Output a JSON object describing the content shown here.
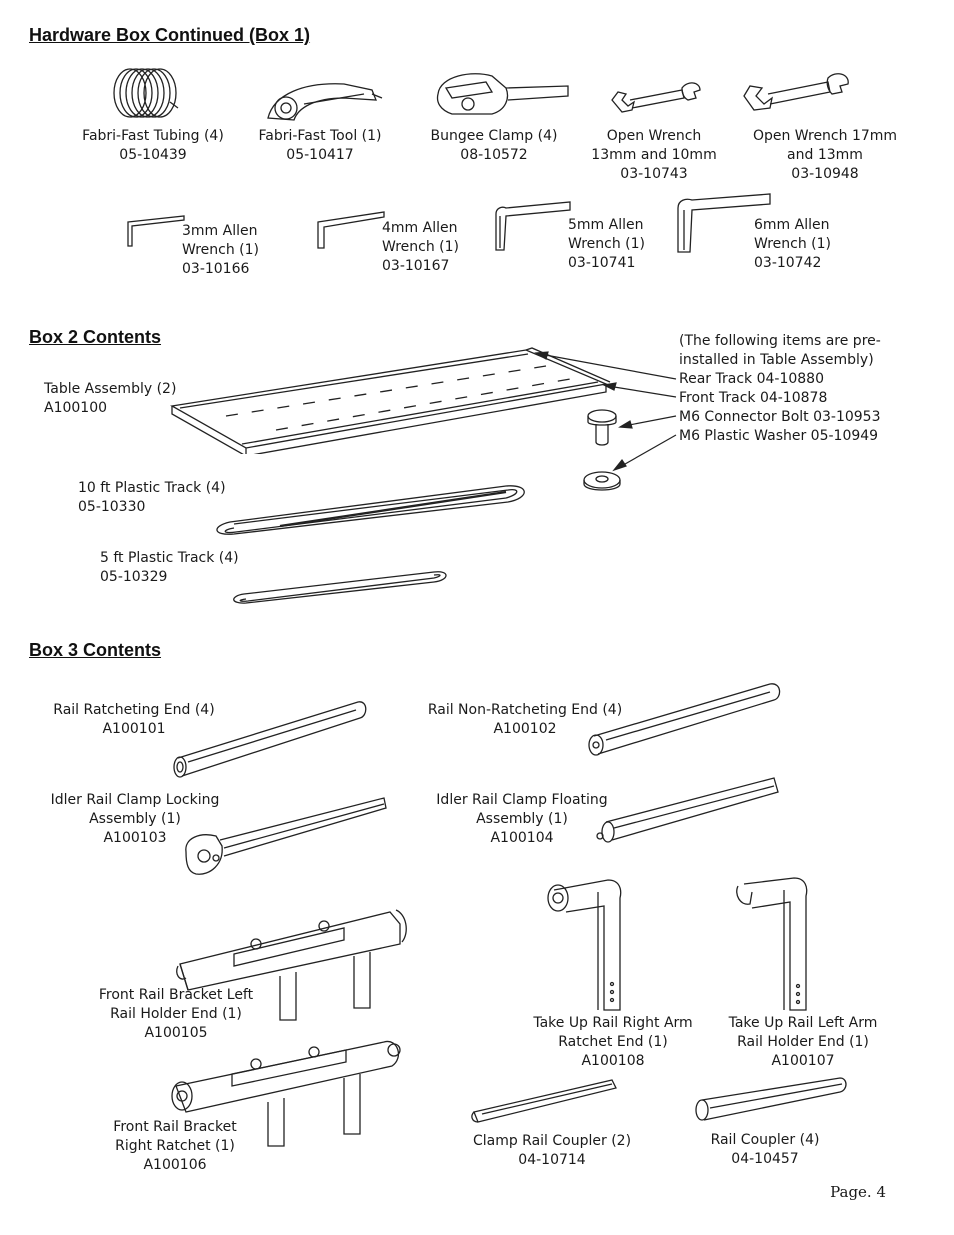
{
  "sections": {
    "box1": "Hardware Box Continued (Box 1)",
    "box2": "Box 2 Contents",
    "box3": "Box 3 Contents"
  },
  "box1_items": [
    {
      "lines": [
        "Fabri-Fast Tubing (4)",
        "05-10439"
      ]
    },
    {
      "lines": [
        "Fabri-Fast Tool (1)",
        "05-10417"
      ]
    },
    {
      "lines": [
        "Bungee Clamp (4)",
        "08-10572"
      ]
    },
    {
      "lines": [
        "Open Wrench",
        "13mm and 10mm",
        "03-10743"
      ]
    },
    {
      "lines": [
        "Open Wrench 17mm",
        "and 13mm",
        "03-10948"
      ]
    },
    {
      "lines": [
        "3mm Allen",
        "Wrench (1)",
        "03-10166"
      ]
    },
    {
      "lines": [
        "4mm Allen",
        "Wrench (1)",
        "03-10167"
      ]
    },
    {
      "lines": [
        "5mm Allen",
        "Wrench (1)",
        "03-10741"
      ]
    },
    {
      "lines": [
        "6mm Allen",
        "Wrench (1)",
        "03-10742"
      ]
    }
  ],
  "box2_items": {
    "table": [
      "Table Assembly (2)",
      "A100100"
    ],
    "note": [
      "(The following items are pre-",
      "installed in Table Assembly)",
      "Rear Track 04-10880",
      "Front Track 04-10878",
      "M6 Connector Bolt 03-10953",
      "M6 Plastic Washer 05-10949"
    ],
    "track10": [
      "10 ft Plastic Track (4)",
      "05-10330"
    ],
    "track5": [
      "5 ft Plastic Track (4)",
      "05-10329"
    ]
  },
  "box3_items": [
    {
      "lines": [
        "Rail Ratcheting End (4)",
        "A100101"
      ]
    },
    {
      "lines": [
        "Rail Non-Ratcheting End (4)",
        "A100102"
      ]
    },
    {
      "lines": [
        "Idler Rail Clamp Locking",
        "Assembly (1)",
        "A100103"
      ]
    },
    {
      "lines": [
        "Idler Rail Clamp Floating",
        "Assembly (1)",
        "A100104"
      ]
    },
    {
      "lines": [
        "Front Rail Bracket Left",
        "Rail Holder End (1)",
        "A100105"
      ]
    },
    {
      "lines": [
        "Take Up Rail Right Arm",
        "Ratchet End (1)",
        "A100108"
      ]
    },
    {
      "lines": [
        "Take Up Rail Left Arm",
        "Rail Holder End (1)",
        "A100107"
      ]
    },
    {
      "lines": [
        "Front Rail Bracket",
        "Right Ratchet (1)",
        "A100106"
      ]
    },
    {
      "lines": [
        "Clamp Rail Coupler (2)",
        "04-10714"
      ]
    },
    {
      "lines": [
        "Rail Coupler (4)",
        "04-10457"
      ]
    }
  ],
  "page_number": "Page. 4"
}
